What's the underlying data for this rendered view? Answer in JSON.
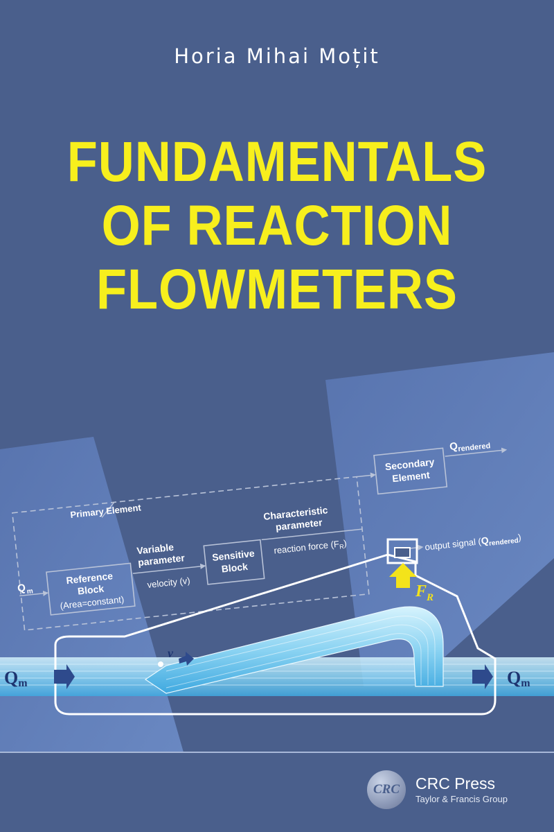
{
  "cover": {
    "author": "Horia Mihai Moțit",
    "title_lines": [
      "FUNDAMENTALS",
      "OF REACTION",
      "FLOWMETERS"
    ]
  },
  "diagram": {
    "primary_element": "Primary Element",
    "reference_block": [
      "Reference",
      "Block",
      "(Area=constant)"
    ],
    "variable_parameter": [
      "Variable",
      "parameter"
    ],
    "velocity": "velocity (v)",
    "sensitive_block": [
      "Sensitive",
      "Block"
    ],
    "characteristic_parameter": [
      "Characteristic",
      "parameter"
    ],
    "reaction_force": "reaction force (F",
    "reaction_force_sub": "R",
    "reaction_force_end": ")",
    "secondary_element": [
      "Secondary",
      "Element"
    ],
    "q_rendered_main": "Q",
    "q_rendered_sub": "rendered",
    "output_signal": "output signal (",
    "output_signal_end": ")",
    "qm_main": "Q",
    "qm_sub": "m",
    "v_label": "v",
    "fr_main": "F",
    "fr_sub": "R"
  },
  "publisher": {
    "logo": "CRC",
    "name": "CRC Press",
    "sub": "Taylor & Francis Group"
  },
  "colors": {
    "background": "#4a5f8c",
    "title": "#f7ef1d",
    "light_panel": "#6684c0",
    "pipe_flow": "#8fd8f4",
    "force_arrow": "#f3e31a"
  }
}
